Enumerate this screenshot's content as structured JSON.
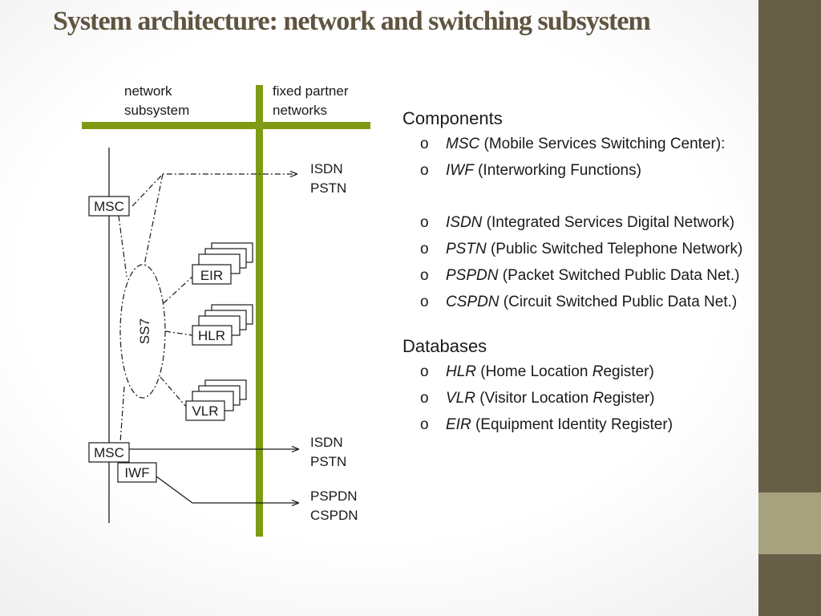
{
  "title": "System architecture: network and switching subsystem",
  "diagram": {
    "label_network_subsystem": [
      "network",
      "subsystem"
    ],
    "label_fixed_partner": [
      "fixed partner",
      "networks"
    ],
    "msc_top": "MSC",
    "msc_bottom": "MSC",
    "iwf": "IWF",
    "eir": "EIR",
    "hlr": "HLR",
    "vlr": "VLR",
    "ss7": "SS7",
    "out_top": [
      "ISDN",
      "PSTN"
    ],
    "out_mid": [
      "ISDN",
      "PSTN"
    ],
    "out_bottom": [
      "PSPDN",
      "CSPDN"
    ]
  },
  "components": {
    "heading": "Components",
    "bullet": "o",
    "items": [
      {
        "abbr": "MSC",
        "desc": " (Mobile Services Switching Center):"
      },
      {
        "abbr": "IWF",
        "desc": " (Interworking Functions)"
      }
    ],
    "networks": [
      {
        "abbr": "ISDN",
        "desc": " (Integrated Services Digital Network)"
      },
      {
        "abbr": "PSTN",
        "desc": " (Public Switched Telephone Network)"
      },
      {
        "abbr": "PSPDN",
        "desc": " (Packet Switched Public Data Net.)"
      },
      {
        "abbr": "CSPDN",
        "desc": " (Circuit Switched Public Data Net.)"
      }
    ]
  },
  "databases": {
    "heading": "Databases",
    "items": [
      {
        "abbr": "HLR",
        "pre": " (Home Location ",
        "em": "R",
        "post": "egister)"
      },
      {
        "abbr": "VLR",
        "pre": " (Visitor Location ",
        "em": "R",
        "post": "egister)"
      },
      {
        "abbr": "EIR",
        "pre": " (Equipment Identity Register)",
        "em": "",
        "post": ""
      }
    ]
  },
  "colors": {
    "bar_green": "#7f9a14",
    "sidebar": "#675e47",
    "sidebar_accent": "#a5a27d",
    "title": "#5f5540"
  }
}
